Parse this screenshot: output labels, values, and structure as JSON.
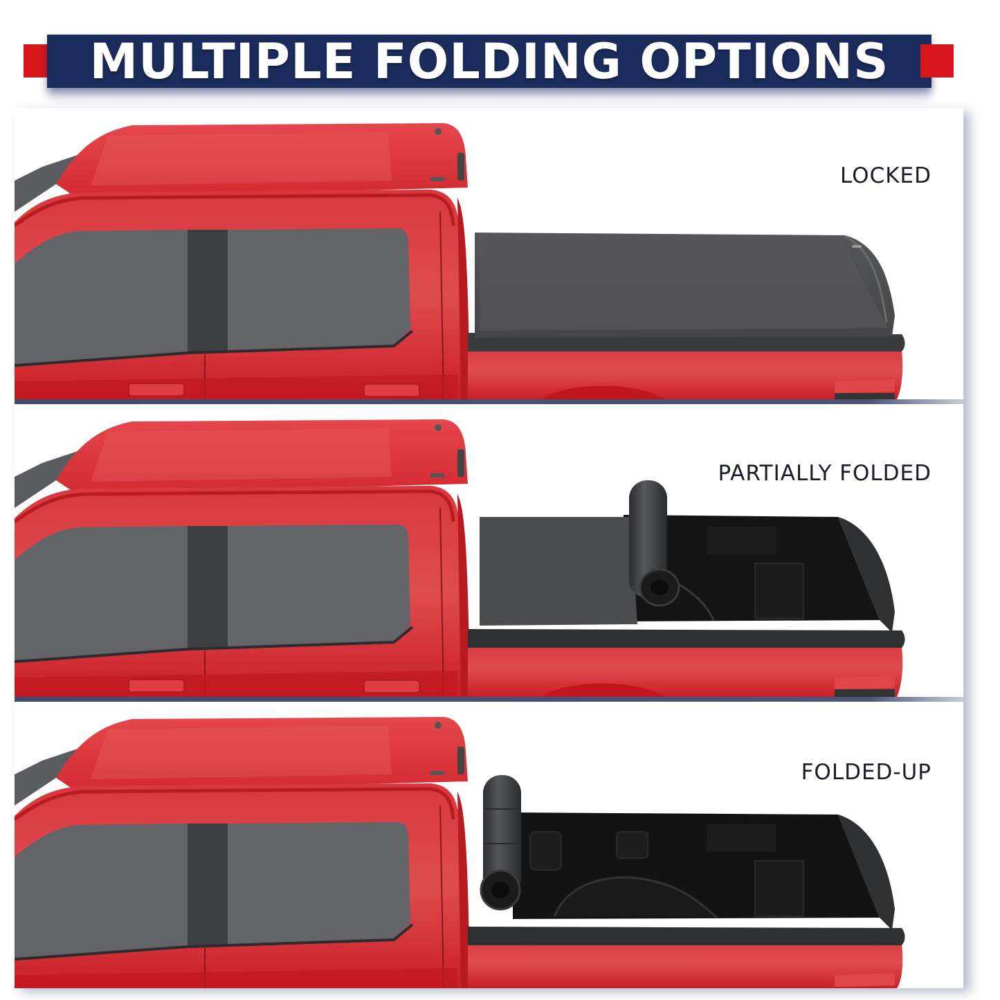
{
  "banner": {
    "title": "MULTIPLE FOLDING OPTIONS",
    "background_color": "#1b2b5c",
    "accent_color": "#d7161b",
    "text_color": "#ffffff"
  },
  "panels": [
    {
      "label": "LOCKED",
      "state": "cover-closed"
    },
    {
      "label": "PARTIALLY FOLDED",
      "state": "cover-partially-rolled"
    },
    {
      "label": "FOLDED-UP",
      "state": "cover-fully-rolled"
    }
  ],
  "colors": {
    "truck_body": "#d9272e",
    "truck_highlight": "#e85a5e",
    "window_glass": "#5f6164",
    "tonneau_cover": "#4a4b4d",
    "bed_interior": "#111111",
    "divider": "#3e4c70"
  }
}
